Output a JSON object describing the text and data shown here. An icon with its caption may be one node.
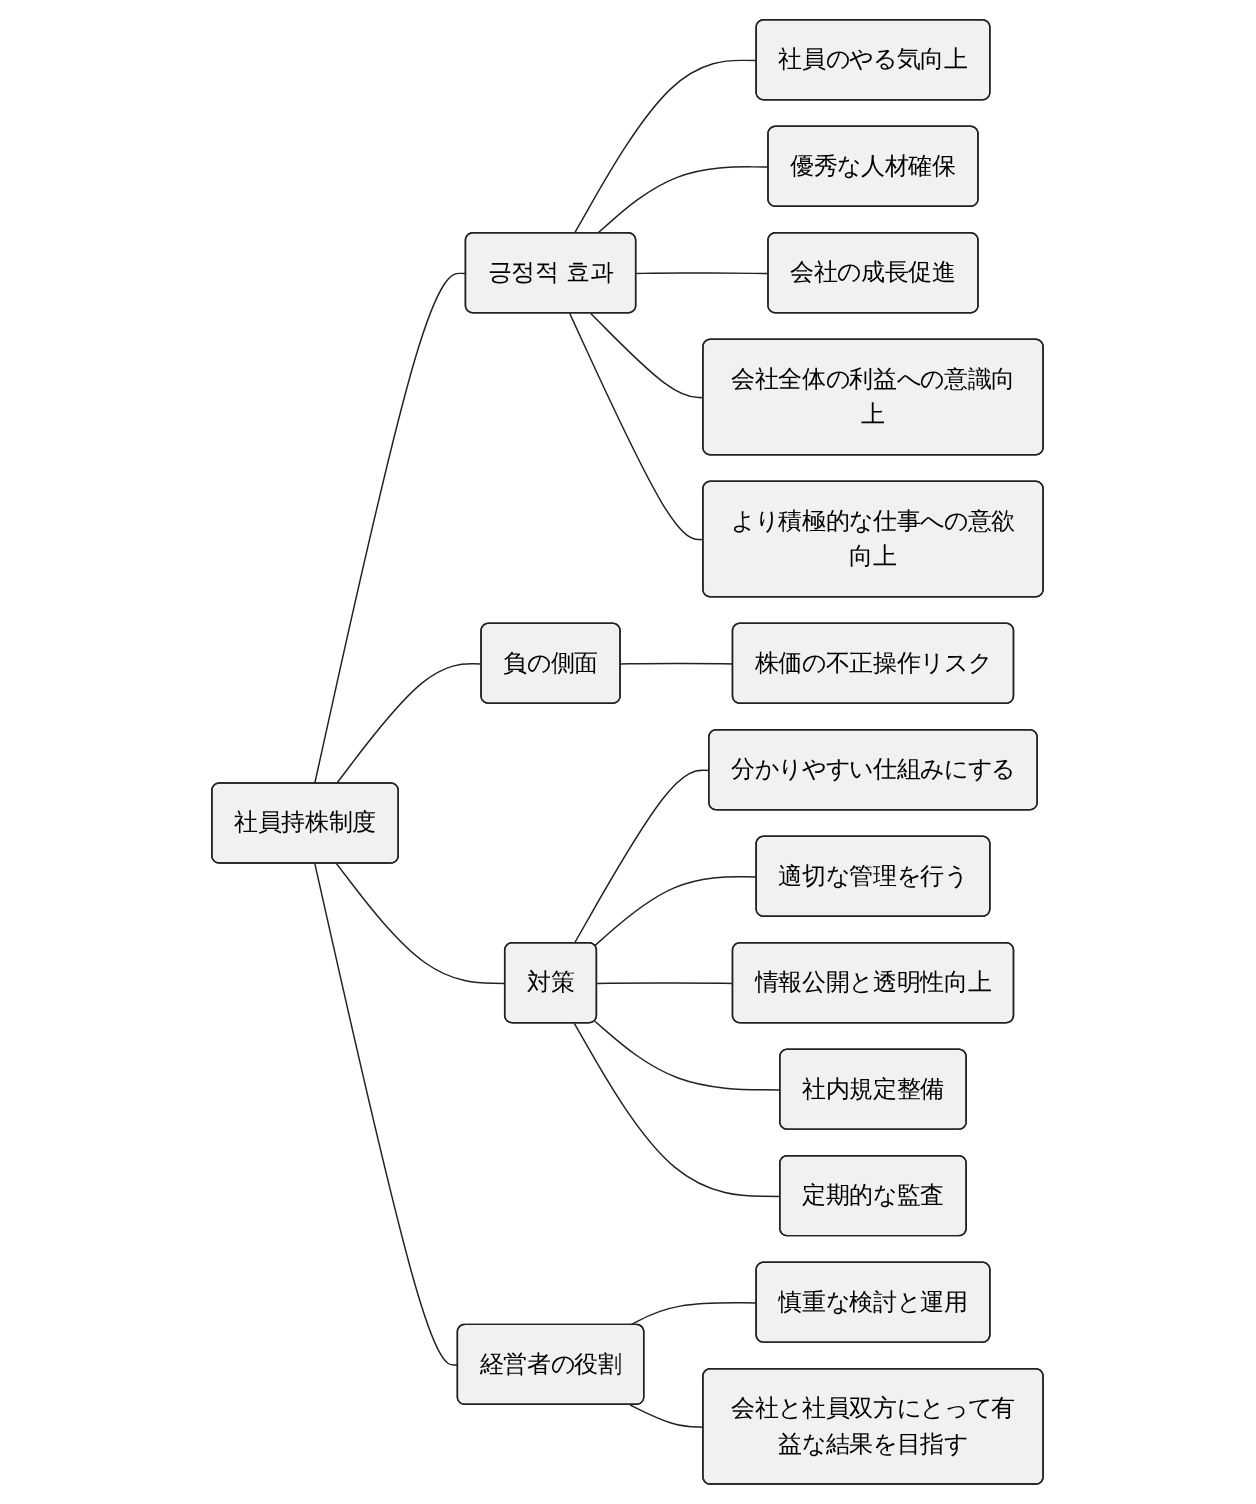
{
  "diagram": {
    "nodes": [
      {
        "text": [
          "社員持株制度"
        ]
      },
      {
        "text": [
          "긍정적 효과"
        ]
      },
      {
        "text": [
          "社員のやる気向上"
        ]
      },
      {
        "text": [
          "優秀な人材確保"
        ]
      },
      {
        "text": [
          "会社の成長促進"
        ]
      },
      {
        "text": [
          "会社全体の利益への意識向上"
        ]
      },
      {
        "text": [
          "より積極的な仕事への意欲向上"
        ]
      },
      {
        "text": [
          "負の側面"
        ]
      },
      {
        "text": [
          "株価の不正操作リスク"
        ]
      },
      {
        "text": [
          "対策"
        ]
      },
      {
        "text": [
          "分かりやすい仕組みにする"
        ]
      },
      {
        "text": [
          "適切な管理を行う"
        ]
      },
      {
        "text": [
          "情報公開と透明性向上"
        ]
      },
      {
        "text": [
          "社内規定整備"
        ]
      },
      {
        "text": [
          "定期的な監査"
        ]
      },
      {
        "text": [
          "経営者の役割"
        ]
      },
      {
        "text": [
          "慎重な検討と運用"
        ]
      },
      {
        "text": [
          "会社と社員双方にとって有益な結果を目指す"
        ]
      }
    ],
    "edges": [
      {
        "from": 0,
        "to": 1,
        "arrow": "none"
      },
      {
        "from": 1,
        "to": 2,
        "arrow": "none"
      },
      {
        "from": 1,
        "to": 3,
        "arrow": "none"
      },
      {
        "from": 1,
        "to": 4,
        "arrow": "none"
      },
      {
        "from": 1,
        "to": 5,
        "arrow": "none"
      },
      {
        "from": 1,
        "to": 6,
        "arrow": "none"
      },
      {
        "from": 0,
        "to": 7,
        "arrow": "none"
      },
      {
        "from": 7,
        "to": 8,
        "arrow": "none"
      },
      {
        "from": 0,
        "to": 9,
        "arrow": "none"
      },
      {
        "from": 9,
        "to": 10,
        "arrow": "none"
      },
      {
        "from": 9,
        "to": 11,
        "arrow": "none"
      },
      {
        "from": 9,
        "to": 12,
        "arrow": "none"
      },
      {
        "from": 9,
        "to": 13,
        "arrow": "none"
      },
      {
        "from": 9,
        "to": 14,
        "arrow": "none"
      },
      {
        "from": 0,
        "to": 15,
        "arrow": "none"
      },
      {
        "from": 15,
        "to": 16,
        "arrow": "none"
      },
      {
        "from": 15,
        "to": 17,
        "arrow": "none"
      }
    ]
  }
}
